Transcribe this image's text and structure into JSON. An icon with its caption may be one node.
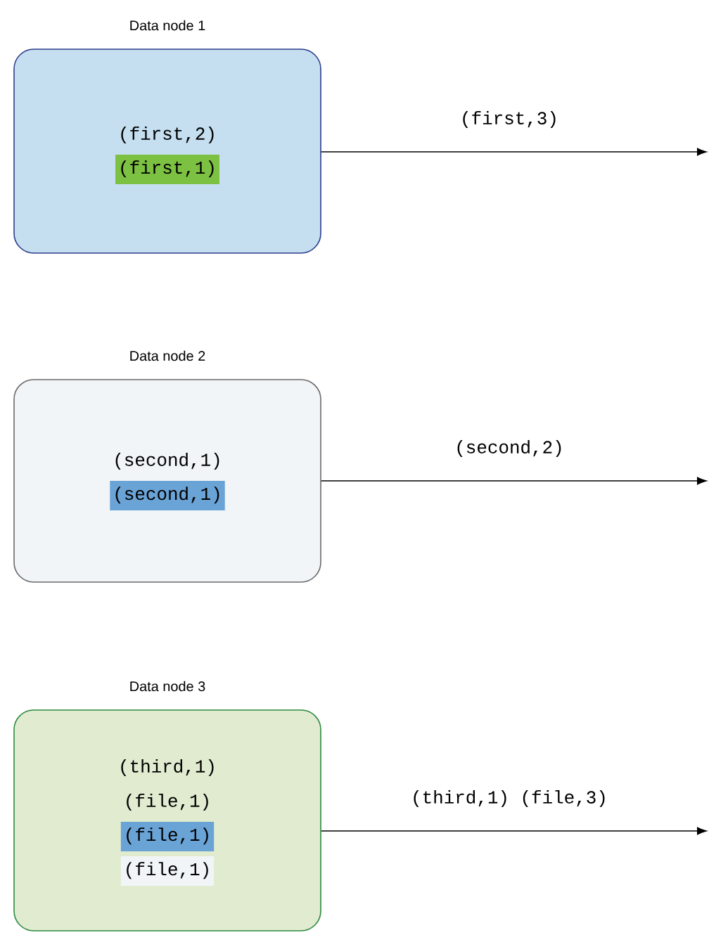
{
  "diagram": {
    "nodes": [
      {
        "text": [
          "Data node 1",
          "(first,2)",
          "(first,1)"
        ]
      },
      {
        "text": [
          "Data node 2",
          "(second,1)",
          "(second,1)"
        ]
      },
      {
        "text": [
          "Data node 3",
          "(third,1)",
          "(file,1)",
          "(file,1)",
          "(file,1)"
        ]
      }
    ],
    "edges": [
      {
        "from": 0,
        "to": null,
        "arrow": "to",
        "label": "(first,3)"
      },
      {
        "from": 1,
        "to": null,
        "arrow": "to",
        "label": "(second,2)"
      },
      {
        "from": 2,
        "to": null,
        "arrow": "to",
        "label": "(third,1) (file,3)"
      }
    ]
  }
}
